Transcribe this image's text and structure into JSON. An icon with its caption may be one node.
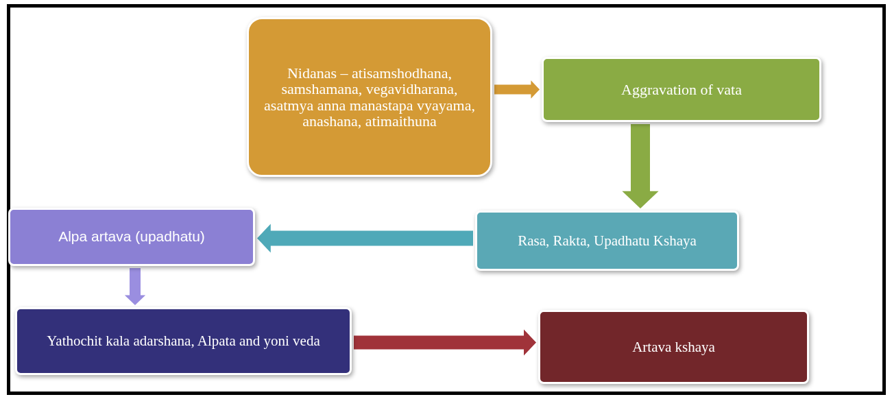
{
  "diagram": {
    "nodes": [
      {
        "text": [
          "Nidanas – atisamshodhana, samshamana, vegavidharana, asatmya anna manastapa vyayama, anashana, atimaithuna"
        ]
      },
      {
        "text": [
          "Aggravation of vata"
        ]
      },
      {
        "text": [
          "Rasa, Rakta, Upadhatu Kshaya"
        ]
      },
      {
        "text": [
          "Alpa artava (upadhatu)"
        ]
      },
      {
        "text": [
          "Yathochit kala adarshana, Alpata and yoni veda"
        ]
      },
      {
        "text": [
          "Artava kshaya"
        ]
      }
    ],
    "edges": [
      {
        "from": 0,
        "to": 1,
        "arrow": "to",
        "style": "thick",
        "color": "#d49a35"
      },
      {
        "from": 1,
        "to": 2,
        "arrow": "to",
        "style": "thick",
        "color": "#8aab44"
      },
      {
        "from": 2,
        "to": 3,
        "arrow": "to",
        "style": "thick",
        "color": "#4fa9b8"
      },
      {
        "from": 3,
        "to": 4,
        "arrow": "to",
        "style": "thick",
        "color": "#9a8ee0"
      },
      {
        "from": 4,
        "to": 5,
        "arrow": "to",
        "style": "thick",
        "color": "#a0333a"
      }
    ]
  }
}
